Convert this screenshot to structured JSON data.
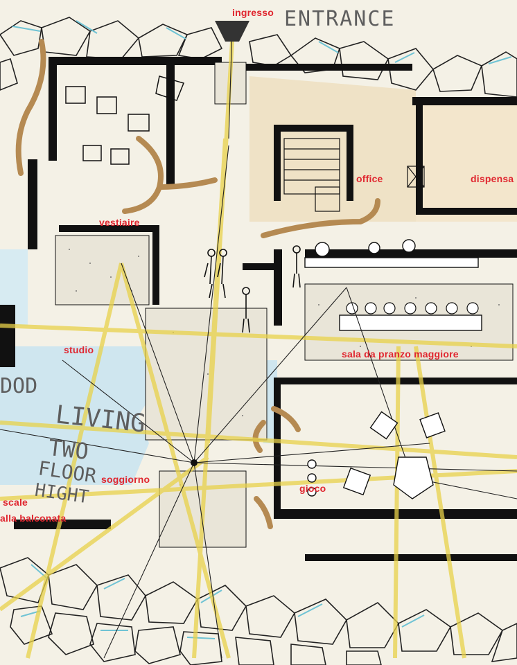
{
  "rooms": {
    "ingresso": "ingresso",
    "office": "office",
    "dispensa": "dispensa",
    "vestiaire": "vestiaire",
    "studio": "studio",
    "sala": "sala da pranzo maggiore",
    "soggiorno": "soggiorno",
    "gioco": "gioco",
    "scale_line1": "scale",
    "scale_line2": "alla balconata"
  },
  "handwritten": {
    "entrance": "ENTRANCE",
    "living": "LIVING",
    "two": "TWO",
    "floor": "FLOOR",
    "hight": "HIGHT",
    "corner": "DOD"
  },
  "colors": {
    "label_red": "#e0262f",
    "wall_black": "#111111",
    "sightline_yellow": "#e8d24a",
    "water_blue": "#9fd3e6",
    "wood_brown": "#b58a52"
  }
}
